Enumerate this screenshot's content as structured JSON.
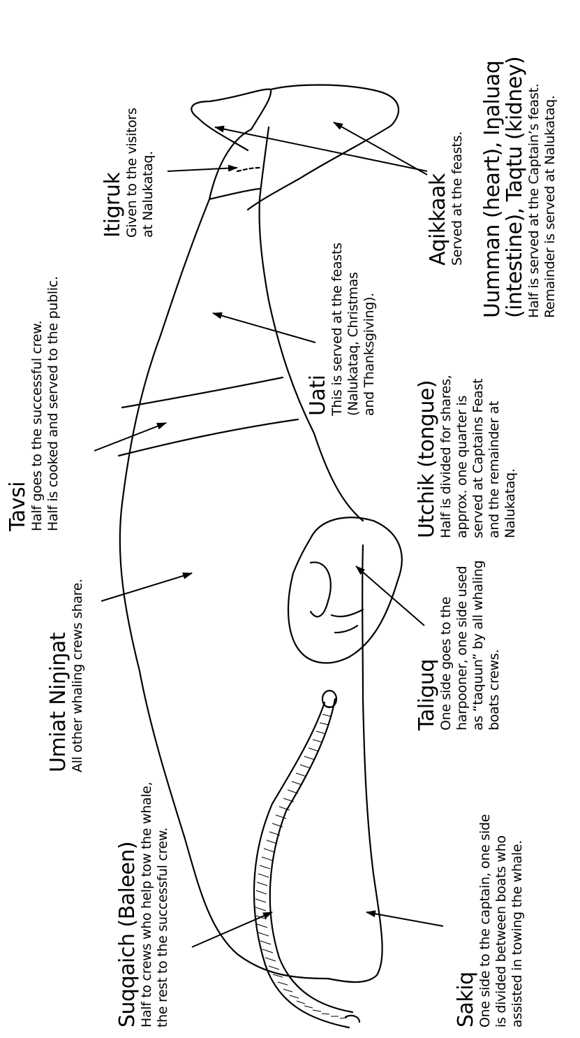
{
  "labels": {
    "itigruk": {
      "name": "Itigruk",
      "lines": [
        "Given to the visitors",
        "at Nalukataq."
      ]
    },
    "aqikkaak": {
      "name": "Aqikkaak",
      "lines": [
        "Served at the feasts."
      ]
    },
    "uumman": {
      "name_lines": [
        "Uumman (heart), Iŋaluaq",
        "(intestine), Taqtu (kidney)"
      ],
      "lines": [
        "Half is served at the Captain’s feast.",
        "Remainder is served at Nalukataq."
      ]
    },
    "uati": {
      "name": "Uati",
      "lines": [
        "This is served at the feasts",
        "(Nalukataq, Christmas",
        "and Thanksgiving)."
      ]
    },
    "tavsi": {
      "name": "Tavsi",
      "lines": [
        "Half goes to the successful crew.",
        "Half is cooked and served to the public."
      ]
    },
    "utchik": {
      "name": "Utchik (tongue)",
      "lines": [
        "Half is divided for shares,",
        "approx. one quarter is",
        "served at Captains Feast",
        "and the remainder at",
        "Nalukataq."
      ]
    },
    "umiat": {
      "name": "Umiat Niŋiŋat",
      "lines": [
        "All other whaling crews share."
      ]
    },
    "taliguq": {
      "name": "Taliguq",
      "lines": [
        "One side goes to the",
        "harpooner, one side used",
        "as “taquun” by all whaling",
        "boats crews."
      ]
    },
    "suqqaich": {
      "name": "Suqqaich (Baleen)",
      "lines": [
        "Half to crews who help tow the whale,",
        "the rest to the successful crew."
      ]
    },
    "sakiq": {
      "name": "Sakiq",
      "lines": [
        "One side to the captain, one side",
        "is divided between boats who",
        "assisted in towing the whale."
      ]
    }
  }
}
